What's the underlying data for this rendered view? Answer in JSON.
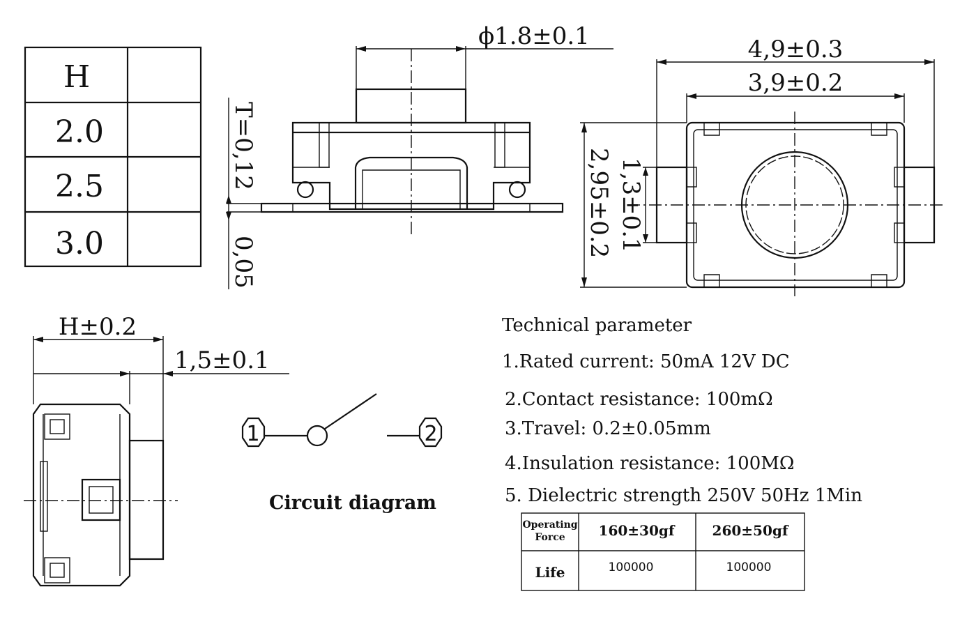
{
  "height_table": {
    "header": "H",
    "rows": [
      "2.0",
      "2.5",
      "3.0"
    ]
  },
  "dimensions": {
    "plunger_dia": "ϕ1.8±0.1",
    "thickness": "T=0,12",
    "lead_gap": "0,05",
    "width_outer": "4,9±0.3",
    "width_body": "3,9±0.2",
    "depth": "2,95±0.2",
    "terminal": "1,3±0.1",
    "height": "H±0.2",
    "plunger_height": "1,5±0.1"
  },
  "circuit": {
    "label": "Circuit diagram",
    "pin1": "1",
    "pin2": "2"
  },
  "technical": {
    "title": "Technical parameter",
    "items": [
      "1.Rated current: 50mA 12V DC",
      "2.Contact resistance: 100mΩ",
      "3.Travel: 0.2±0.05mm",
      "4.Insulation resistance: 100MΩ",
      "5.  Dielectric strength 250V 50Hz 1Min"
    ]
  },
  "force_table": {
    "row1_label_line1": "Operating",
    "row1_label_line2": "Force",
    "row1_values": [
      "160±30gf",
      "260±50gf"
    ],
    "row2_label": "Life",
    "row2_values": [
      "100000",
      "100000"
    ]
  }
}
